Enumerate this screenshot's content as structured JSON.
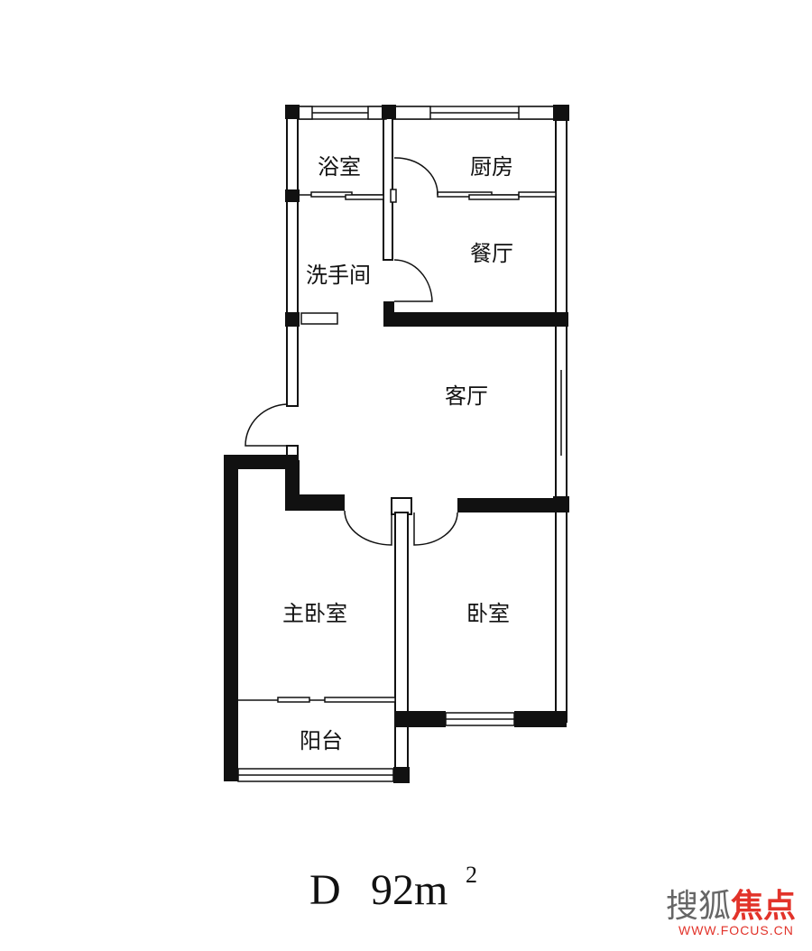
{
  "rooms": {
    "bath": "浴室",
    "kitchen": "厨房",
    "dining": "餐厅",
    "washroom": "洗手间",
    "living": "客厅",
    "master_bedroom": "主卧室",
    "bedroom": "卧室",
    "balcony": "阳台"
  },
  "caption": {
    "type_label": "D",
    "area": "92m",
    "area_exponent": "2"
  },
  "watermark": {
    "brand_part1": "搜狐",
    "brand_part2": "焦点",
    "url": "WWW.FOCUS.CN"
  }
}
